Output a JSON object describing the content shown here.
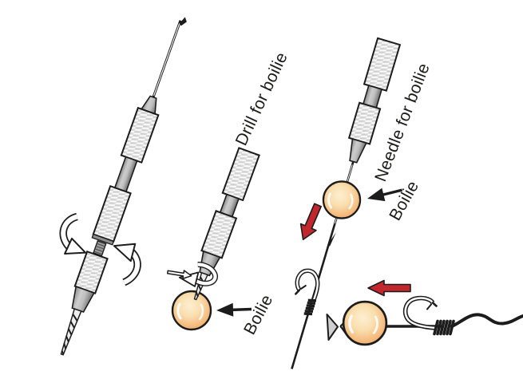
{
  "figure": {
    "labels": {
      "drill_tool": "Drill for boilie",
      "needle_tool": "Needle for boilie",
      "boilie_at_drill": "Boilie",
      "boilie_at_needle": "Boilie"
    },
    "colors": {
      "background": "#FFFFFF",
      "outline": "#1C1C1C",
      "arrow_red": "#C1272D",
      "boilie_highlight": "#FDEFD2",
      "boilie_mid": "#F5BC80",
      "boilie_edge": "#EA9449",
      "knurl_gray": "#DCDCDC",
      "metal_dark": "#6D6D6D"
    }
  }
}
